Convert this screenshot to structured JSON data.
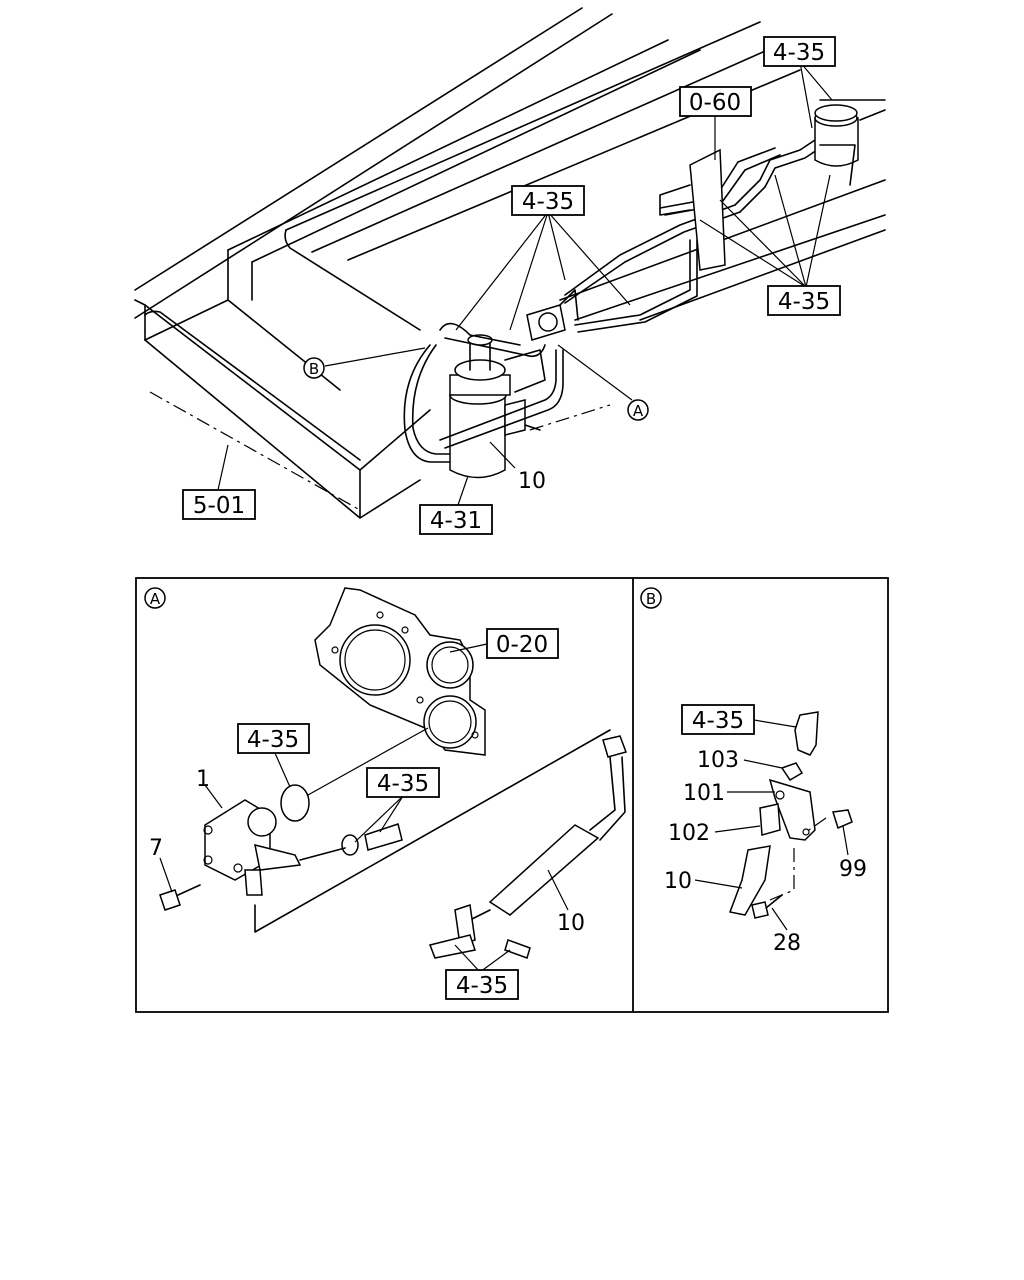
{
  "refs": {
    "r_tank_top": "4-35",
    "r_060": "0-60",
    "r_center_top": "4-35",
    "r_right_mid": "4-35",
    "r_501": "5-01",
    "r_431": "4-31",
    "a_020": "0-20",
    "a_oring": "4-35",
    "a_hose": "4-35",
    "a_bottom": "4-35",
    "b_top": "4-35"
  },
  "callouts": {
    "A": "A",
    "B": "B"
  },
  "part_numbers": {
    "top_10": "10",
    "a_1": "1",
    "a_7": "7",
    "a_10": "10",
    "b_103": "103",
    "b_101": "101",
    "b_102": "102",
    "b_10": "10",
    "b_99": "99",
    "b_28": "28"
  }
}
